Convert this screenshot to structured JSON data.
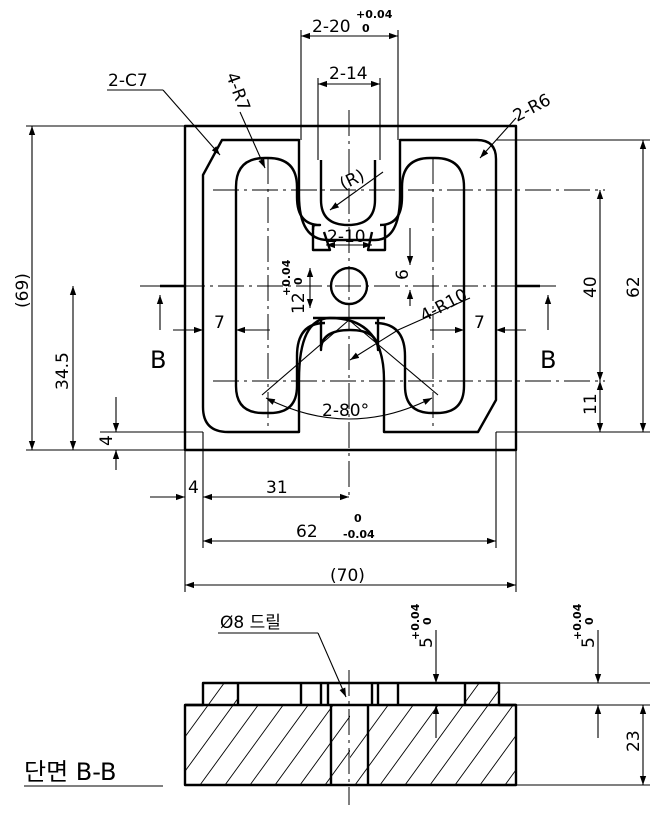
{
  "labels": {
    "chamfer": "2-C7",
    "radius_r7": "4-R7",
    "radius_r6": "2-R6",
    "slot_width": "2-20",
    "slot_tol_upper": "+0.04",
    "slot_tol_lower": "0",
    "inner_width": "2-14",
    "radius_ref": "(R)",
    "width_10": "2-10",
    "height_12": "12",
    "height_12_tol_upper": "+0.04",
    "height_12_tol_lower": "0",
    "dim_6": "6",
    "radius_r10": "4-R10",
    "dim_7_left": "7",
    "dim_7_right": "7",
    "angle": "2-80°",
    "dim_69": "(69)",
    "dim_34_5": "34.5",
    "dim_4_v": "4",
    "dim_40": "40",
    "dim_62_v": "62",
    "dim_11": "11",
    "section_mark_left": "B",
    "section_mark_right": "B",
    "dim_4_h": "4",
    "dim_31": "31",
    "dim_62_h": "62",
    "dim_62_tol_upper": "0",
    "dim_62_tol_lower": "-0.04",
    "dim_70": "(70)",
    "drill": "Ø8 드릴",
    "depth_5_left": "5",
    "depth_5_right": "5",
    "depth_tol_upper": "+0.04",
    "depth_tol_lower": "0",
    "dim_23": "23",
    "section_title": "단면 B-B"
  }
}
